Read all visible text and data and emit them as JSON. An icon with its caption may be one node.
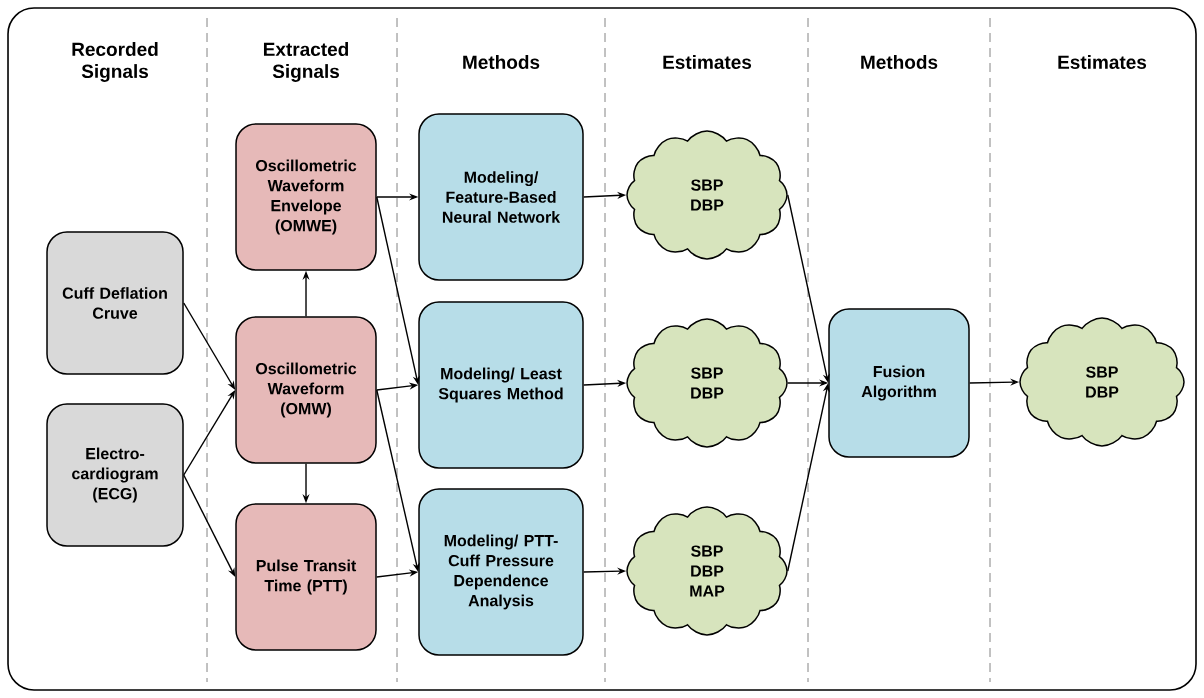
{
  "diagram": {
    "nodes": [
      {
        "text": [
          "Cuff Deflation Cruve"
        ]
      },
      {
        "text": [
          "Electro-cardiogram (ECG)"
        ]
      },
      {
        "text": [
          "Oscillometric Waveform Envelope (OMWE)"
        ]
      },
      {
        "text": [
          "Oscillometric Waveform (OMW)"
        ]
      },
      {
        "text": [
          "Pulse Transit Time (PTT)"
        ]
      },
      {
        "text": [
          "Modeling/ Feature-Based Neural Network"
        ]
      },
      {
        "text": [
          "Modeling/ Least Squares Method"
        ]
      },
      {
        "text": [
          "Modeling/ PTT-Cuff Pressure Dependence Analysis"
        ]
      },
      {
        "text": [
          "SBP DBP"
        ]
      },
      {
        "text": [
          "SBP DBP"
        ]
      },
      {
        "text": [
          "SBP DBP MAP"
        ]
      },
      {
        "text": [
          "Fusion Algorithm"
        ]
      },
      {
        "text": [
          "SBP DBP"
        ]
      }
    ],
    "edges": [
      {
        "from": 0,
        "to": 3,
        "arrow": "to"
      },
      {
        "from": 1,
        "to": 3,
        "arrow": "to"
      },
      {
        "from": 1,
        "to": 4,
        "arrow": "to"
      },
      {
        "from": 3,
        "to": 2,
        "arrow": "to"
      },
      {
        "from": 3,
        "to": 4,
        "arrow": "to"
      },
      {
        "from": 2,
        "to": 5,
        "arrow": "to"
      },
      {
        "from": 2,
        "to": 6,
        "arrow": "to"
      },
      {
        "from": 3,
        "to": 6,
        "arrow": "to"
      },
      {
        "from": 3,
        "to": 7,
        "arrow": "to"
      },
      {
        "from": 4,
        "to": 7,
        "arrow": "to"
      },
      {
        "from": 5,
        "to": 8,
        "arrow": "to"
      },
      {
        "from": 6,
        "to": 9,
        "arrow": "to"
      },
      {
        "from": 7,
        "to": 10,
        "arrow": "to"
      },
      {
        "from": 8,
        "to": 11,
        "arrow": "to"
      },
      {
        "from": 9,
        "to": 11,
        "arrow": "to"
      },
      {
        "from": 10,
        "to": 11,
        "arrow": "to"
      },
      {
        "from": 11,
        "to": 12,
        "arrow": "to"
      }
    ],
    "labels": [
      "Recorded Signals",
      "Extracted Signals",
      "Methods",
      "Estimates",
      "Methods",
      "Estimates"
    ]
  }
}
